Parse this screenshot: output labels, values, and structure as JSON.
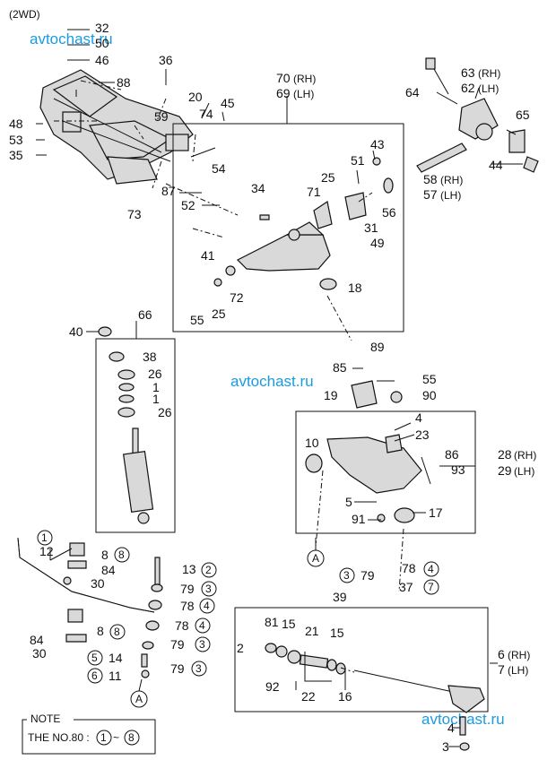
{
  "header": {
    "variant": "(2WD)"
  },
  "watermark": {
    "text": "avtochast.ru"
  },
  "callouts": {
    "c32": "32",
    "c50": "50",
    "c46": "46",
    "c88": "88",
    "c48": "48",
    "c53": "53",
    "c35": "35",
    "c36": "36",
    "c20": "20",
    "c74": "74",
    "c45": "45",
    "c59": "59",
    "c54": "54",
    "c87": "87",
    "c52": "52",
    "c73": "73",
    "c70": "70",
    "c70s": "(RH)",
    "c69": "69",
    "c69s": "(LH)",
    "c43": "43",
    "c51": "51",
    "c25a": "25",
    "c71": "71",
    "c34": "34",
    "c56": "56",
    "c31": "31",
    "c49": "49",
    "c41": "41",
    "c72": "72",
    "c25b": "25",
    "c55a": "55",
    "c18": "18",
    "c89": "89",
    "c63": "63",
    "c63s": "(RH)",
    "c62": "62",
    "c62s": "(LH)",
    "c64": "64",
    "c65": "65",
    "c58": "58",
    "c58s": "(RH)",
    "c57": "57",
    "c57s": "(LH)",
    "c44": "44",
    "c40": "40",
    "c66": "66",
    "c38": "38",
    "c26a": "26",
    "c1a": "1",
    "c1b": "1",
    "c26b": "26",
    "c85": "85",
    "c55b": "55",
    "c19": "19",
    "c90": "90",
    "c4a": "4",
    "c23": "23",
    "c10": "10",
    "c86": "86",
    "c93": "93",
    "c28": "28",
    "c28s": "(RH)",
    "c29": "29",
    "c29s": "(LH)",
    "c5": "5",
    "c91": "91",
    "c17": "17",
    "c3a": "3",
    "c79a": "79",
    "c78a": "78",
    "c4b": "4",
    "c37": "37",
    "c7a": "7",
    "c39": "39",
    "c1c": "1",
    "c12": "12",
    "c8a": "8",
    "c8ac": "8",
    "c84a": "84",
    "c30a": "30",
    "c13": "13",
    "c2a": "2",
    "c79b": "79",
    "c3b": "3",
    "c78b": "78",
    "c4c": "4",
    "c8b": "8",
    "c8bc": "8",
    "c78c": "78",
    "c4d": "4",
    "c84b": "84",
    "c79c": "79",
    "c3c": "3",
    "c30b": "30",
    "c5b": "5",
    "c14": "14",
    "c6a": "6",
    "c11": "11",
    "c79d": "79",
    "c3d": "3",
    "c81": "81",
    "c15a": "15",
    "c21": "21",
    "c15b": "15",
    "c2b": "2",
    "c92": "92",
    "c22": "22",
    "c16": "16",
    "c6b": "6",
    "c6bs": "(RH)",
    "c7b": "7",
    "c7bs": "(LH)",
    "c4e": "4",
    "c3e": "3",
    "refA1": "A",
    "refA2": "A"
  },
  "note": {
    "title": "NOTE",
    "text": "THE NO.80 : ",
    "r1": "1",
    "tilde": "~",
    "r2": "8"
  }
}
